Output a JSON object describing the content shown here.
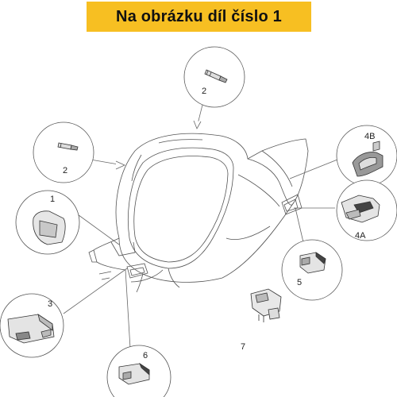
{
  "header": {
    "title": "Na obrázku díl číslo 1",
    "bg_color": "#f7bf22"
  },
  "callouts": [
    {
      "id": "1",
      "label": "1"
    },
    {
      "id": "2a",
      "label": "2"
    },
    {
      "id": "2b",
      "label": "2"
    },
    {
      "id": "3",
      "label": "3"
    },
    {
      "id": "4a",
      "label": "4A"
    },
    {
      "id": "4b",
      "label": "4B"
    },
    {
      "id": "5",
      "label": "5"
    },
    {
      "id": "6",
      "label": "6"
    },
    {
      "id": "7",
      "label": "7"
    }
  ]
}
